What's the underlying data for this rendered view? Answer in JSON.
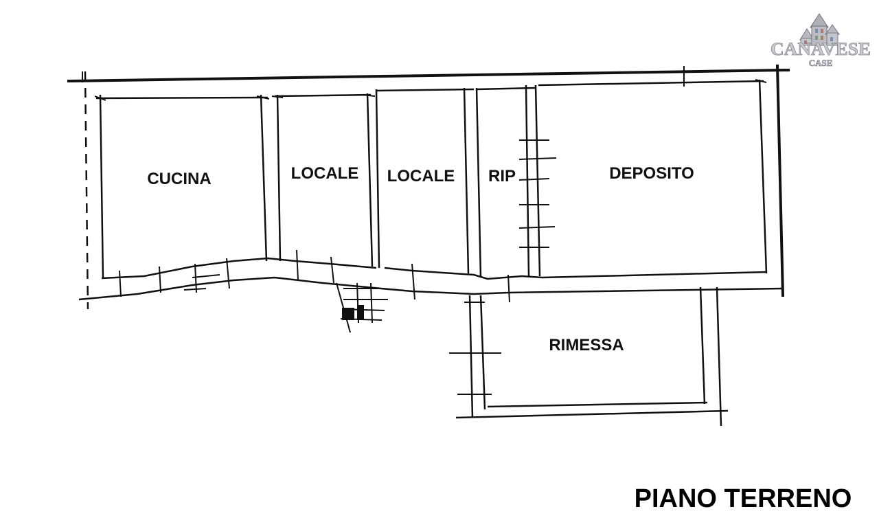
{
  "logo": {
    "brand": "CANAVESE",
    "sub": "CASE"
  },
  "rooms": {
    "cucina": "CUCINA",
    "locale_1": "LOCALE",
    "locale_2": "LOCALE",
    "rip": "RIP",
    "deposito": "DEPOSITO",
    "rimessa": "RIMESSA"
  },
  "floor_title": "PIANO TERRENO"
}
